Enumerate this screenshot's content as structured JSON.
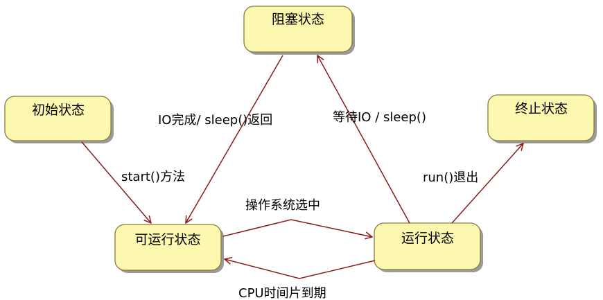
{
  "diagram": {
    "type": "state-transition",
    "states": {
      "blocked": "阻塞状态",
      "initial": "初始状态",
      "terminated": "终止状态",
      "runnable": "可运行状态",
      "running": "运行状态"
    },
    "transitions": {
      "initial_to_runnable": "start()方法",
      "blocked_to_runnable": "IO完成/ sleep()返回",
      "running_to_blocked": "等待IO / sleep()",
      "running_to_terminated": "run()退出",
      "runnable_to_running": "操作系统选中",
      "running_to_runnable": "CPU时间片到期"
    },
    "colors": {
      "state_fill": "#fdf8b0",
      "state_border": "#8a7a3a",
      "arrow": "#8b1a1a"
    }
  }
}
